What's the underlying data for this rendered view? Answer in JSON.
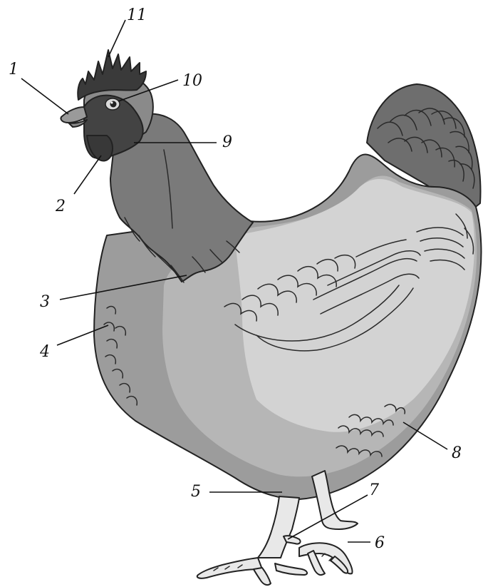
{
  "colors": {
    "body_dark": "#9c9c9c",
    "body_mid": "#b6b6b6",
    "body_light": "#d3d3d3",
    "neck": "#7a7a7a",
    "head": "#434343",
    "comb": "#3a3a3a",
    "tail": "#6e6e6e",
    "legs": "#e8e8e8",
    "line": "#222222"
  },
  "labels": [
    {
      "id": "1",
      "text": "1"
    },
    {
      "id": "2",
      "text": "2"
    },
    {
      "id": "3",
      "text": "3"
    },
    {
      "id": "4",
      "text": "4"
    },
    {
      "id": "5",
      "text": "5"
    },
    {
      "id": "6",
      "text": "6"
    },
    {
      "id": "7",
      "text": "7"
    },
    {
      "id": "8",
      "text": "8"
    },
    {
      "id": "9",
      "text": "9"
    },
    {
      "id": "10",
      "text": "10"
    },
    {
      "id": "11",
      "text": "11"
    }
  ]
}
